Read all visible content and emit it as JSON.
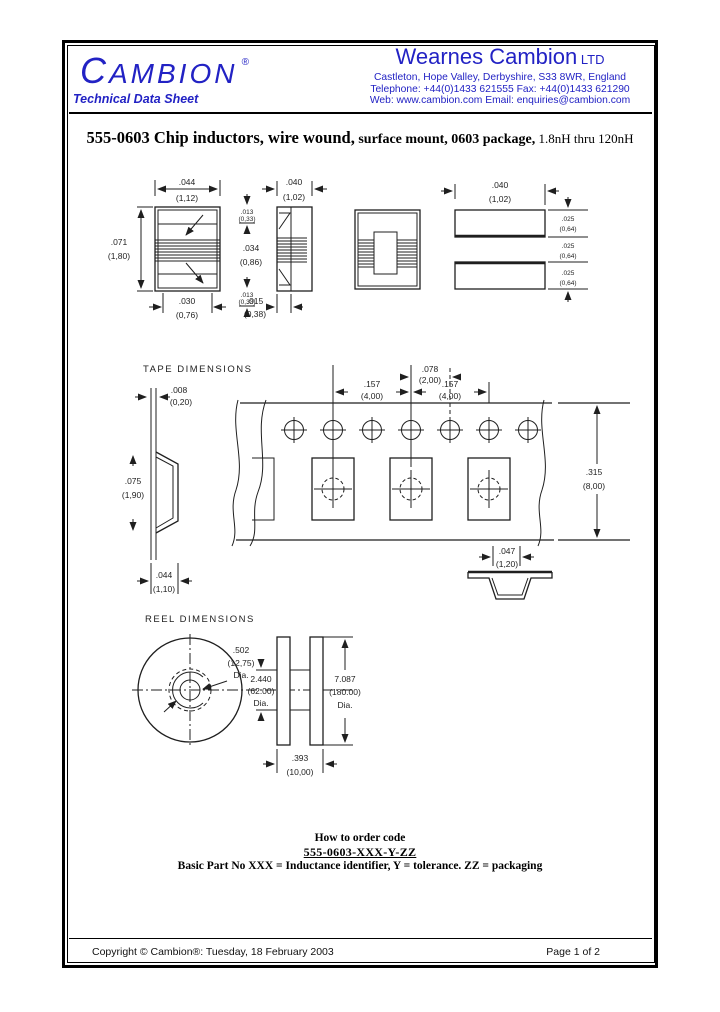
{
  "header": {
    "logo": "C",
    "logo_rest": "AMBION",
    "logo_reg": "®",
    "subtitle": "Technical Data Sheet",
    "company": "Wearnes Cambion",
    "company_suffix": " LTD",
    "address": "Castleton, Hope Valley, Derbyshire, S33 8WR, England",
    "phone_fax": "Telephone: +44(0)1433 621555  Fax: +44(0)1433 621290",
    "web_email": "Web: www.cambion.com Email: enquiries@cambion.com"
  },
  "title": {
    "part1": "555-0603 Chip inductors, wire wound,",
    "part2": " surface mount, 0603 package,",
    "part3": " 1.8nH thru 120nH"
  },
  "package": {
    "front": {
      "w_in": ".044",
      "w_mm": "(1,12)",
      "h_in": ".071",
      "h_mm": "(1,80)",
      "base_in": ".030",
      "base_mm": "(0,76)",
      "term_in": ".013",
      "term_mm": "(0,33)",
      "body_in": ".034",
      "body_mm": "(0,86)"
    },
    "side": {
      "w_in": ".040",
      "w_mm": "(1,02)",
      "end_in": ".015",
      "end_mm": "(0,38)"
    },
    "land": {
      "w_in": ".040",
      "w_mm": "(1,02)",
      "pad_in": ".025",
      "pad_mm": "(0,64)"
    }
  },
  "tape": {
    "label": "TAPE DIMENSIONS",
    "t_in": ".008",
    "t_mm": "(0,20)",
    "h_in": ".075",
    "h_mm": "(1,90)",
    "w_in": ".044",
    "w_mm": "(1,10)",
    "offset_in": ".078",
    "offset_mm": "(2,00)",
    "pitch_in": ".157",
    "pitch_mm": "(4,00)",
    "width_in": ".315",
    "width_mm": "(8,00)",
    "pocket_in": ".047",
    "pocket_mm": "(1,20)"
  },
  "reel": {
    "label": "REEL DIMENSIONS",
    "hub_in": ".502",
    "hub_mm": "(12,75)",
    "dia": "Dia.",
    "inner_in": "2.440",
    "inner_mm": "(62.00)",
    "outer_in": "7.087",
    "outer_mm": "(180.00)",
    "w_in": ".393",
    "w_mm": "(10,00)"
  },
  "order": {
    "heading": "How to order code",
    "code": "555-0603-XXX-Y-ZZ",
    "description": "Basic Part No XXX = Inductance identifier, Y = tolerance. ZZ = packaging"
  },
  "footer": {
    "copyright": "Copyright © Cambion®: Tuesday, 18 February 2003",
    "page": "Page 1 of 2"
  }
}
